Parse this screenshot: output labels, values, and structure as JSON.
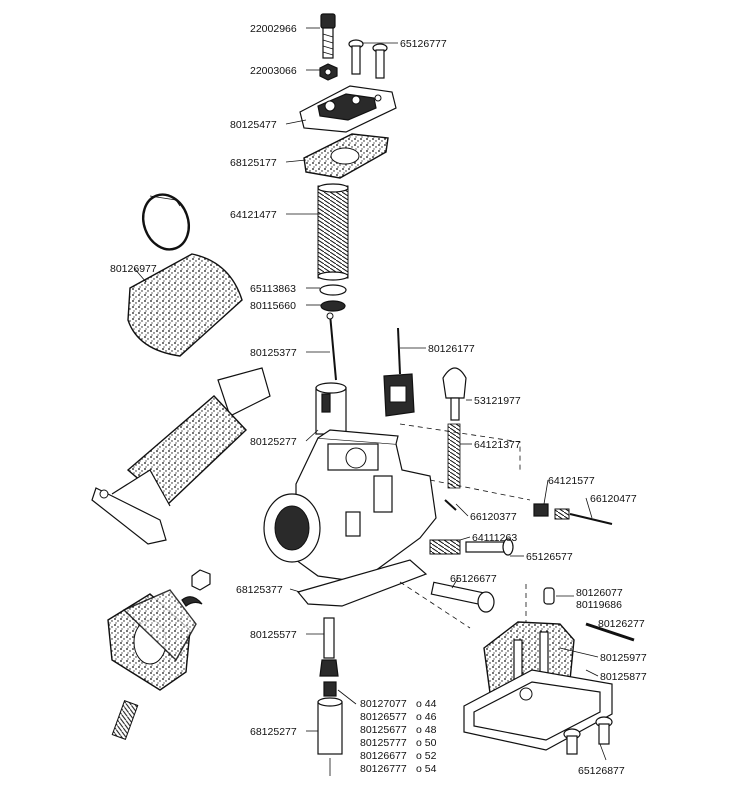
{
  "labels": {
    "p22002966": "22002966",
    "p65126777": "65126777",
    "p22003066": "22003066",
    "p80125477": "80125477",
    "p68125177": "68125177",
    "p64121477": "64121477",
    "p80126977": "80126977",
    "p65113863": "65113863",
    "p80115660": "80115660",
    "p80126177": "80126177",
    "p80125377": "80125377",
    "p53121977": "53121977",
    "p80125277": "80125277",
    "p64121377": "64121377",
    "p64121577": "64121577",
    "p66120477": "66120477",
    "p66120377": "66120377",
    "p64111263": "64111263",
    "p65126577": "65126577",
    "p65126677": "65126677",
    "p68125377": "68125377",
    "p80126077": "80126077",
    "p80119686": "80119686",
    "p80126277": "80126277",
    "p80125577": "80125577",
    "p80125977": "80125977",
    "p80125877": "80125877",
    "p68125277": "68125277",
    "p65126877": "65126877"
  },
  "jet_table": [
    {
      "part": "80127077",
      "size": "o 44"
    },
    {
      "part": "80126577",
      "size": "o 46"
    },
    {
      "part": "80125677",
      "size": "o 48"
    },
    {
      "part": "80125777",
      "size": "o 50"
    },
    {
      "part": "80126677",
      "size": "o 52"
    },
    {
      "part": "80126777",
      "size": "o 54"
    }
  ]
}
